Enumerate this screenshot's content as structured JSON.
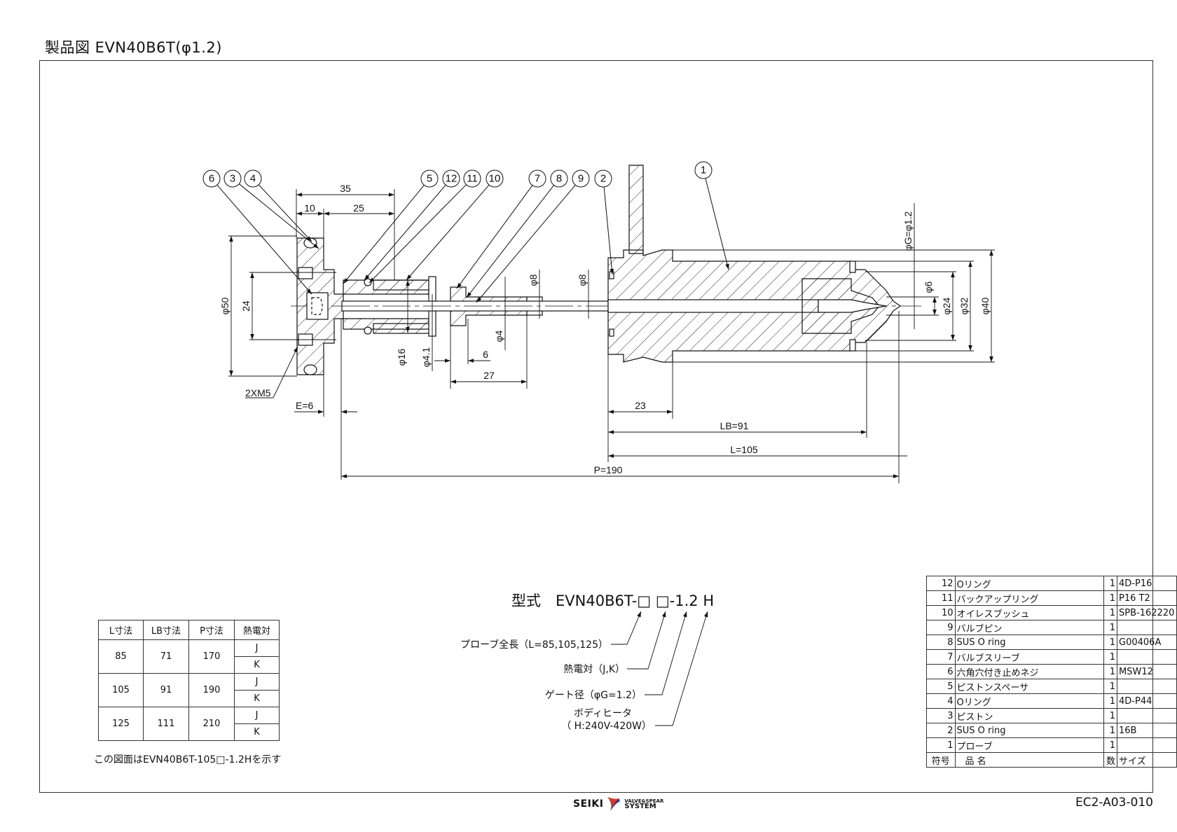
{
  "page_title": "製品図 EVN40B6T(φ1.2)",
  "drawing_number": "EC2-A03-010",
  "logo": {
    "brand": "SEIKI",
    "sub_top": "VALVE&SPEAR",
    "sub_bottom": "SYSTEM",
    "colors": {
      "red": "#d43b2a",
      "blue": "#2a3c8f"
    }
  },
  "balloons": [
    "6",
    "3",
    "4",
    "5",
    "12",
    "11",
    "10",
    "7",
    "8",
    "9",
    "2",
    "1"
  ],
  "dimensions": {
    "d35": "35",
    "d10": "10",
    "d25": "25",
    "phi50": "φ50",
    "d24": "24",
    "phi16": "φ16",
    "phi4_1": "φ4.1",
    "phi8a": "φ8",
    "phi8b": "φ8",
    "phi4": "φ4",
    "d6": "6",
    "d27": "27",
    "thread": "2XM5",
    "e": "E=6",
    "d23": "23",
    "lb": "LB=91",
    "l": "L=105",
    "p": "P=190",
    "phiG": "φG=φ1.2",
    "phi6": "φ6",
    "phi24": "φ24",
    "phi32": "φ32",
    "phi40": "φ40"
  },
  "model_code": {
    "text": "型式　EVN40B6T-□ □-1.2 H",
    "labels": [
      "プローブ全長（L=85,105,125）",
      "熱電対（J,K）",
      "ゲート径（φG=1.2）",
      "ボディヒータ",
      "（ H:240V-420W）"
    ]
  },
  "size_table": {
    "headers": [
      "L寸法",
      "LB寸法",
      "P寸法",
      "熱電対"
    ],
    "rows": [
      {
        "l": "85",
        "lb": "71",
        "p": "170",
        "tc": [
          "J",
          "K"
        ]
      },
      {
        "l": "105",
        "lb": "91",
        "p": "190",
        "tc": [
          "J",
          "K"
        ]
      },
      {
        "l": "125",
        "lb": "111",
        "p": "210",
        "tc": [
          "J",
          "K"
        ]
      }
    ],
    "note": "この図面はEVN40B6T-105□-1.2Hを示す"
  },
  "parts_list": {
    "rows": [
      {
        "no": "12",
        "name": "Oリング",
        "qty": "1",
        "size": "4D-P16"
      },
      {
        "no": "11",
        "name": "バックアップリング",
        "qty": "1",
        "size": "P16 T2"
      },
      {
        "no": "10",
        "name": "オイレスブッシュ",
        "qty": "1",
        "size": "SPB-162220"
      },
      {
        "no": "9",
        "name": "バルブピン",
        "qty": "1",
        "size": ""
      },
      {
        "no": "8",
        "name": "SUS O ring",
        "qty": "1",
        "size": "G00406A"
      },
      {
        "no": "7",
        "name": "バルブスリーブ",
        "qty": "1",
        "size": ""
      },
      {
        "no": "6",
        "name": "六角穴付き止めネジ",
        "qty": "1",
        "size": "MSW12"
      },
      {
        "no": "5",
        "name": "ピストンスペーサ",
        "qty": "1",
        "size": ""
      },
      {
        "no": "4",
        "name": "Oリング",
        "qty": "1",
        "size": "4D-P44"
      },
      {
        "no": "3",
        "name": "ピストン",
        "qty": "1",
        "size": ""
      },
      {
        "no": "2",
        "name": "SUS O ring",
        "qty": "1",
        "size": "16B"
      },
      {
        "no": "1",
        "name": "プローブ",
        "qty": "1",
        "size": ""
      }
    ],
    "header": {
      "no": "符号",
      "name": "品 名",
      "qty": "数",
      "size": "サイズ"
    }
  }
}
